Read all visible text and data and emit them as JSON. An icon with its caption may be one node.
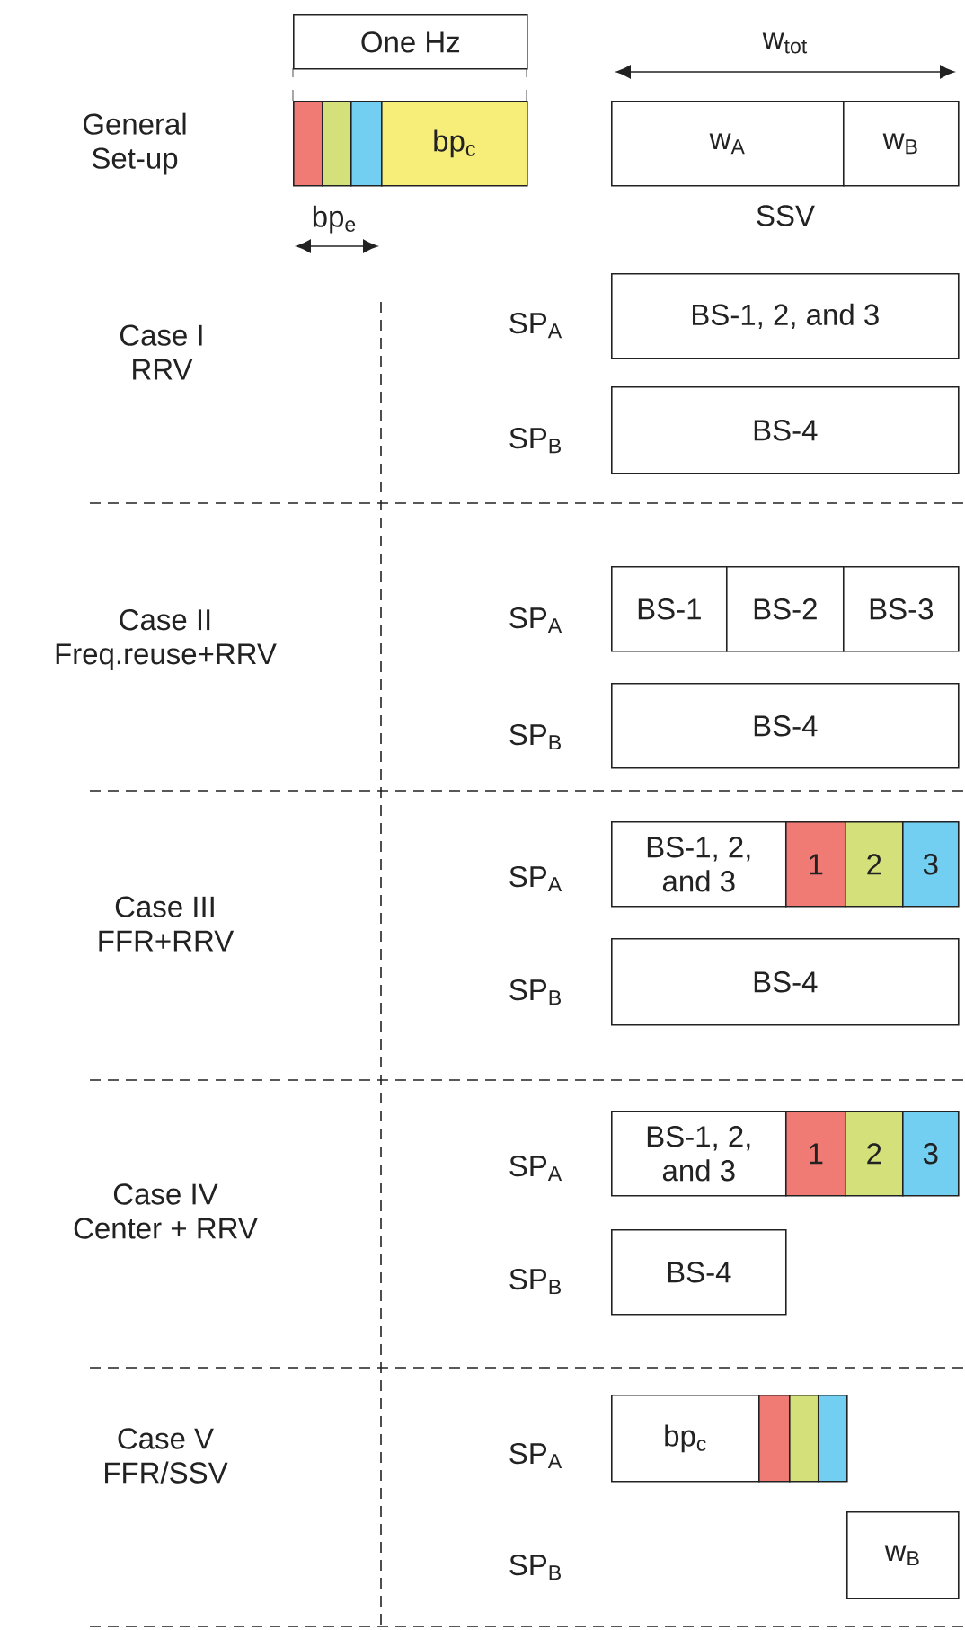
{
  "diagram": {
    "nodes": [
      {
        "text": [
          "One Hz"
        ]
      },
      {
        "text": [],
        "shape": "bar"
      },
      {
        "text": [],
        "shape": "bar"
      },
      {
        "text": [],
        "shape": "bar"
      },
      {
        "text": [
          "bp$_{c}$"
        ]
      },
      {
        "text": [
          "w$_{A}$"
        ]
      },
      {
        "text": [
          "w$_{B}$"
        ]
      },
      {
        "text": [
          "BS-1, 2, and 3"
        ]
      },
      {
        "text": [
          "BS-4"
        ]
      },
      {
        "text": [
          "BS-1"
        ]
      },
      {
        "text": [
          "BS-2"
        ]
      },
      {
        "text": [
          "BS-3"
        ]
      },
      {
        "text": [
          "BS-4"
        ]
      },
      {
        "text": [
          "BS-1, 2, and 3"
        ]
      },
      {
        "text": [
          "1"
        ]
      },
      {
        "text": [
          "2"
        ]
      },
      {
        "text": [
          "3"
        ]
      },
      {
        "text": [
          "BS-4"
        ]
      },
      {
        "text": [
          "BS-1, 2, and 3"
        ]
      },
      {
        "text": [
          "1"
        ]
      },
      {
        "text": [
          "2"
        ]
      },
      {
        "text": [
          "3"
        ]
      },
      {
        "text": [
          "BS-4"
        ]
      },
      {
        "text": [
          "bp$_{c}$"
        ]
      },
      {
        "text": [],
        "shape": "bar"
      },
      {
        "text": [],
        "shape": "bar"
      },
      {
        "text": [],
        "shape": "bar"
      },
      {
        "text": [
          "w$_{B}$"
        ]
      }
    ],
    "labels": [
      "w$_{tot}$",
      "General Set-up",
      "SSV",
      "bp$_{e}$",
      "Case I RRV",
      "SP$_{A}$",
      "SP$_{B}$",
      "Case II Freq.reuse+RRV",
      "SP$_{A}$",
      "SP$_{B}$",
      "Case III FFR+RRV",
      "SP$_{A}$",
      "SP$_{B}$",
      "Case IV Center + RRV",
      "SP$_{A}$",
      "SP$_{B}$",
      "Case V FFR/SSV",
      "SP$_{A}$",
      "SP$_{B}$"
    ]
  }
}
